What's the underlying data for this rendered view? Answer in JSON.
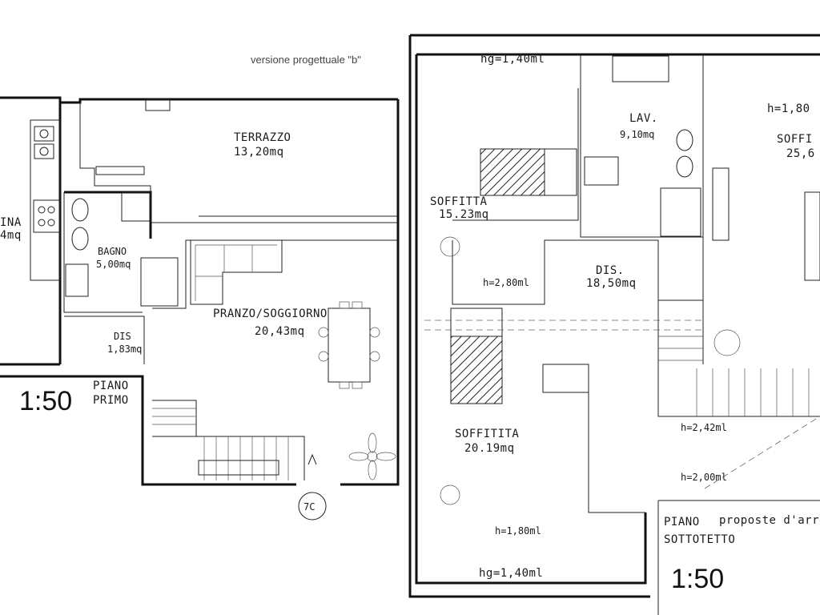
{
  "header": {
    "version_note": "versione progettuale \"b\""
  },
  "first_floor": {
    "scale": "1:50",
    "floor_line1": "PIANO",
    "floor_line2": "PRIMO",
    "rooms": {
      "cucina_name": "INA",
      "cucina_area": "4mq",
      "terrazzo_name": "TERRAZZO",
      "terrazzo_area": "13,20mq",
      "bagno_name": "BAGNO",
      "bagno_area": "5,00mq",
      "dis_name": "DIS",
      "dis_area": "1,83mq",
      "pranzo_name": "PRANZO/SOGGIORNO",
      "pranzo_area": "20,43mq"
    },
    "unit_tag": "7C"
  },
  "attic_floor": {
    "scale": "1:50",
    "floor_line1": "PIANO",
    "floor_line2": "SOTTOTETTO",
    "proposal_note": "proposte d'arre",
    "rooms": {
      "hg_top": "hg=1,40ml",
      "soffitta1_name": "SOFFITTA",
      "soffitta1_area": "15.23mq",
      "h_280": "h=2,80ml",
      "lav_name": "LAV.",
      "lav_area": "9,10mq",
      "soffitta_right_h": "h=1,80",
      "soffitta_right_name": "SOFFI",
      "soffitta_right_area": "25,6",
      "dis_name": "DIS.",
      "dis_area": "18,50mq",
      "soffitta2_name": "SOFFITITA",
      "soffitta2_area": "20.19mq",
      "h_242": "h=2,42ml",
      "h_200": "h=2,00ml",
      "h_180": "h=1,80ml",
      "hg_bottom": "hg=1,40ml"
    }
  }
}
